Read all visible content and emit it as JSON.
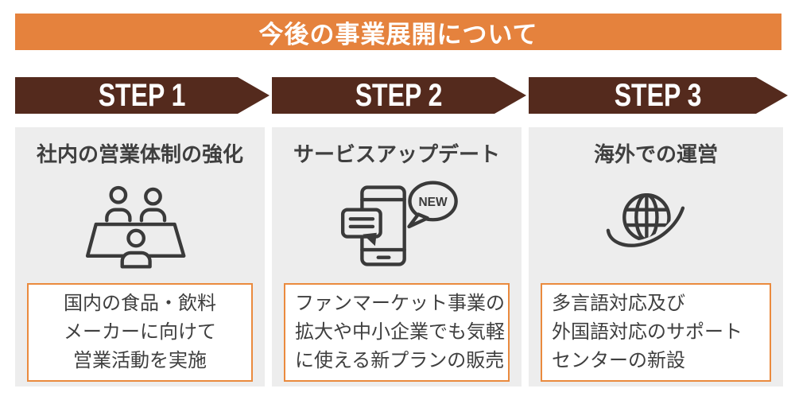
{
  "title": "今後の事業展開について",
  "colors": {
    "header_orange": "#E5823D",
    "arrow_brown": "#542A1D",
    "panel_gray": "#EDEDED",
    "box_border_orange": "#EA8A3E",
    "text_dark": "#3F3F3F"
  },
  "badges": {
    "new": "NEW"
  },
  "steps": [
    {
      "banner": "STEP 1",
      "heading": "社内の営業体制の強化",
      "icon": "meeting-icon",
      "lines": [
        "国内の食品・飲料",
        "メーカーに向けて",
        "営業活動を実施"
      ]
    },
    {
      "banner": "STEP 2",
      "heading": "サービスアップデート",
      "icon": "smartphone-chat-new-icon",
      "lines": [
        "ファンマーケット事業の",
        "拡大や中小企業でも気軽",
        "に使える新プランの販売"
      ]
    },
    {
      "banner": "STEP 3",
      "heading": "海外での運営",
      "icon": "globe-orbit-icon",
      "lines": [
        "多言語対応及び",
        "外国語対応のサポート",
        "センターの新設"
      ]
    }
  ]
}
